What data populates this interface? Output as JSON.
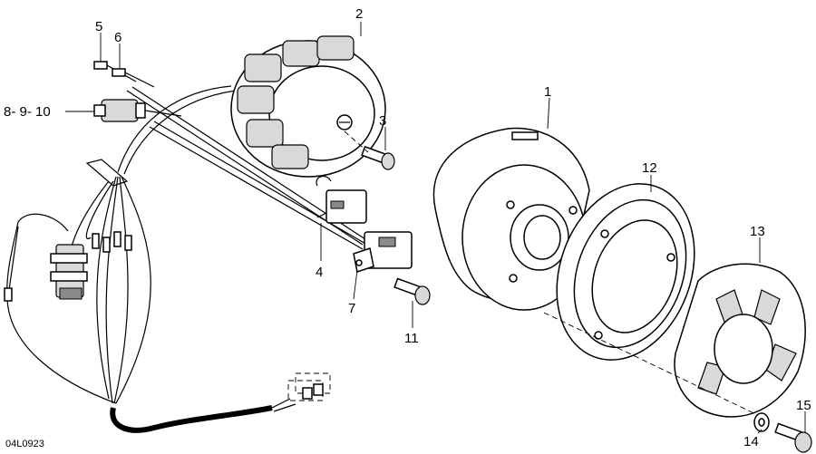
{
  "reference_code": "04L0923",
  "callouts": {
    "c1": "1",
    "c2": "2",
    "c3": "3",
    "c4": "4",
    "c5": "5",
    "c6": "6",
    "c7": "7",
    "c8_9_10": "8- 9- 10",
    "c11": "11",
    "c12": "12",
    "c13": "13",
    "c14": "14",
    "c15": "15"
  }
}
